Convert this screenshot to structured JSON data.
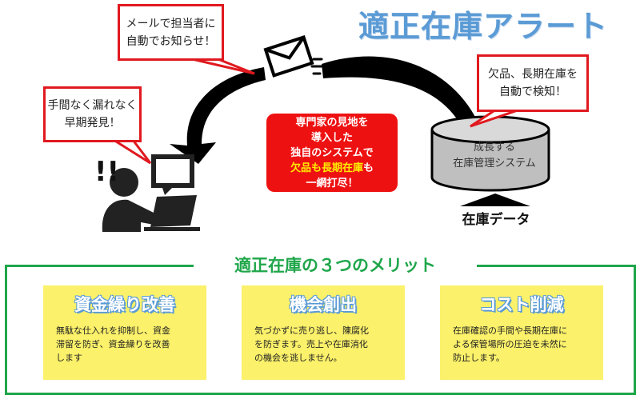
{
  "title": "適正在庫アラート",
  "callouts": {
    "mail": [
      "メールで担当者に",
      "自動でお知らせ！"
    ],
    "detect": [
      "欠品、長期在庫を",
      "自動で検知！"
    ],
    "early": [
      "手間なく漏れなく",
      "早期発見！"
    ]
  },
  "center_box": {
    "line1": "専門家の見地を",
    "line2": "導入した",
    "line3": "独自のシステムで",
    "line4_hl": "欠品も長期在庫",
    "line4_tail": "も",
    "line5": "一網打尽！"
  },
  "database": {
    "line1": "成長する",
    "line2": "在庫管理システム"
  },
  "stock_data_label": "在庫データ",
  "exclaim": "!!",
  "merits": {
    "title": "適正在庫の３つのメリット",
    "cards": [
      {
        "title": "資金繰り改善",
        "lines": [
          "無駄な仕入れを抑制し、資金",
          "滞留を防ぎ、資金繰りを改善",
          "します"
        ]
      },
      {
        "title": "機会創出",
        "lines": [
          "気づかずに売り逃し、陳腐化",
          "を防ぎます。売上や在庫消化",
          "の機会を逃しません。"
        ]
      },
      {
        "title": "コスト削減",
        "lines": [
          "在庫確認の手間や長期在庫に",
          "よる保管場所の圧迫を未然に",
          "防止します。"
        ]
      }
    ]
  },
  "colors": {
    "title_blue": "#5b9bd5",
    "callout_red": "#e0191f",
    "center_red": "#ee1111",
    "highlight_yellow": "#ffee00",
    "merit_green": "#1fa64a",
    "card_yellow": "#fbf16a"
  },
  "icons": [
    "envelope-icon",
    "speed-lines-icon",
    "database-icon",
    "up-arrow-icon",
    "person-at-computer-icon",
    "speech-bubble-icon"
  ]
}
